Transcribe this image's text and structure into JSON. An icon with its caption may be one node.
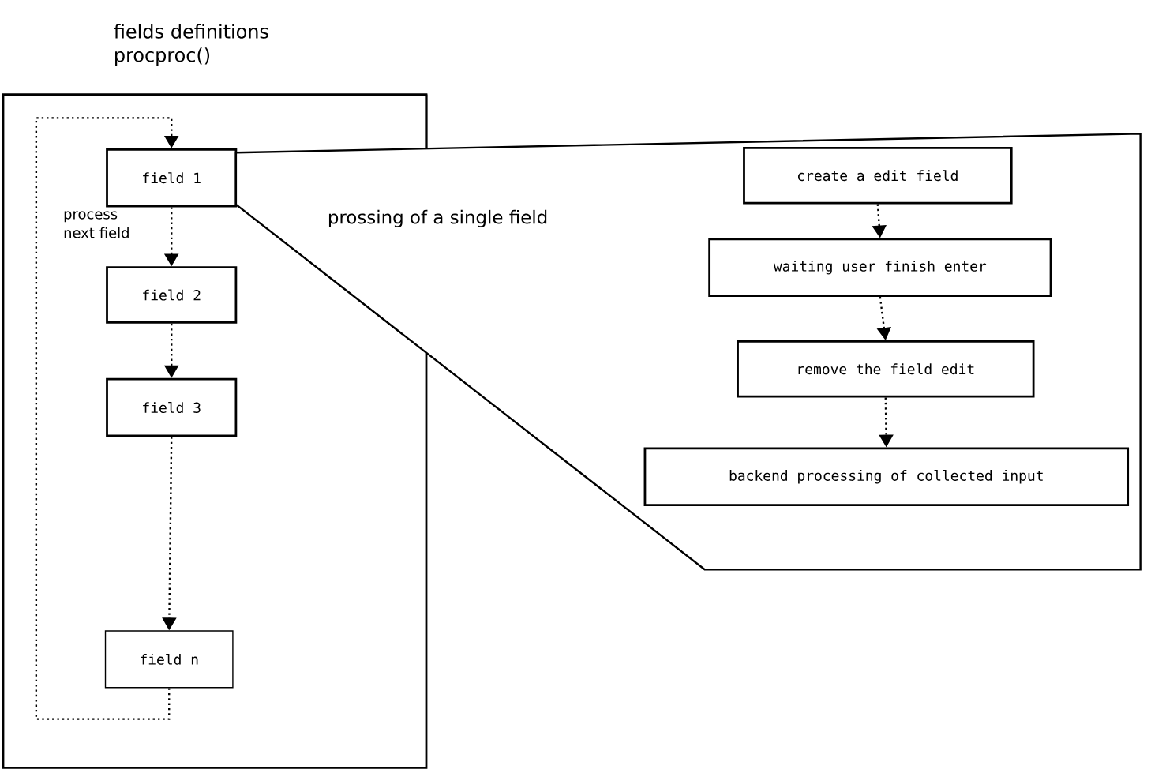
{
  "diagram": {
    "nodes": [
      {
        "text": [
          "fields definitions procproc()"
        ]
      },
      {
        "text": [
          "field 1"
        ],
        "in": 0
      },
      {
        "text": [
          "field 2"
        ],
        "in": 0
      },
      {
        "text": [
          "field 3"
        ],
        "in": 0
      },
      {
        "text": [
          "field n"
        ],
        "in": 0
      },
      {
        "text": [
          "prossing of a single field"
        ]
      },
      {
        "text": [
          "create a edit field"
        ],
        "in": 5
      },
      {
        "text": [
          "waiting user finish enter"
        ],
        "in": 5
      },
      {
        "text": [
          "remove the field edit"
        ],
        "in": 5
      },
      {
        "text": [
          "backend processing of collected input"
        ],
        "in": 5
      }
    ],
    "edges": [
      {
        "from": 1,
        "to": 2,
        "arrow": "to",
        "label": "process next field"
      },
      {
        "from": 2,
        "to": 3,
        "arrow": "to"
      },
      {
        "from": 3,
        "to": 4,
        "arrow": "to"
      },
      {
        "from": 4,
        "to": 1,
        "arrow": "to"
      },
      {
        "from": 6,
        "to": 7,
        "arrow": "to"
      },
      {
        "from": 7,
        "to": 8,
        "arrow": "to"
      },
      {
        "from": 8,
        "to": 9,
        "arrow": "to"
      }
    ]
  }
}
